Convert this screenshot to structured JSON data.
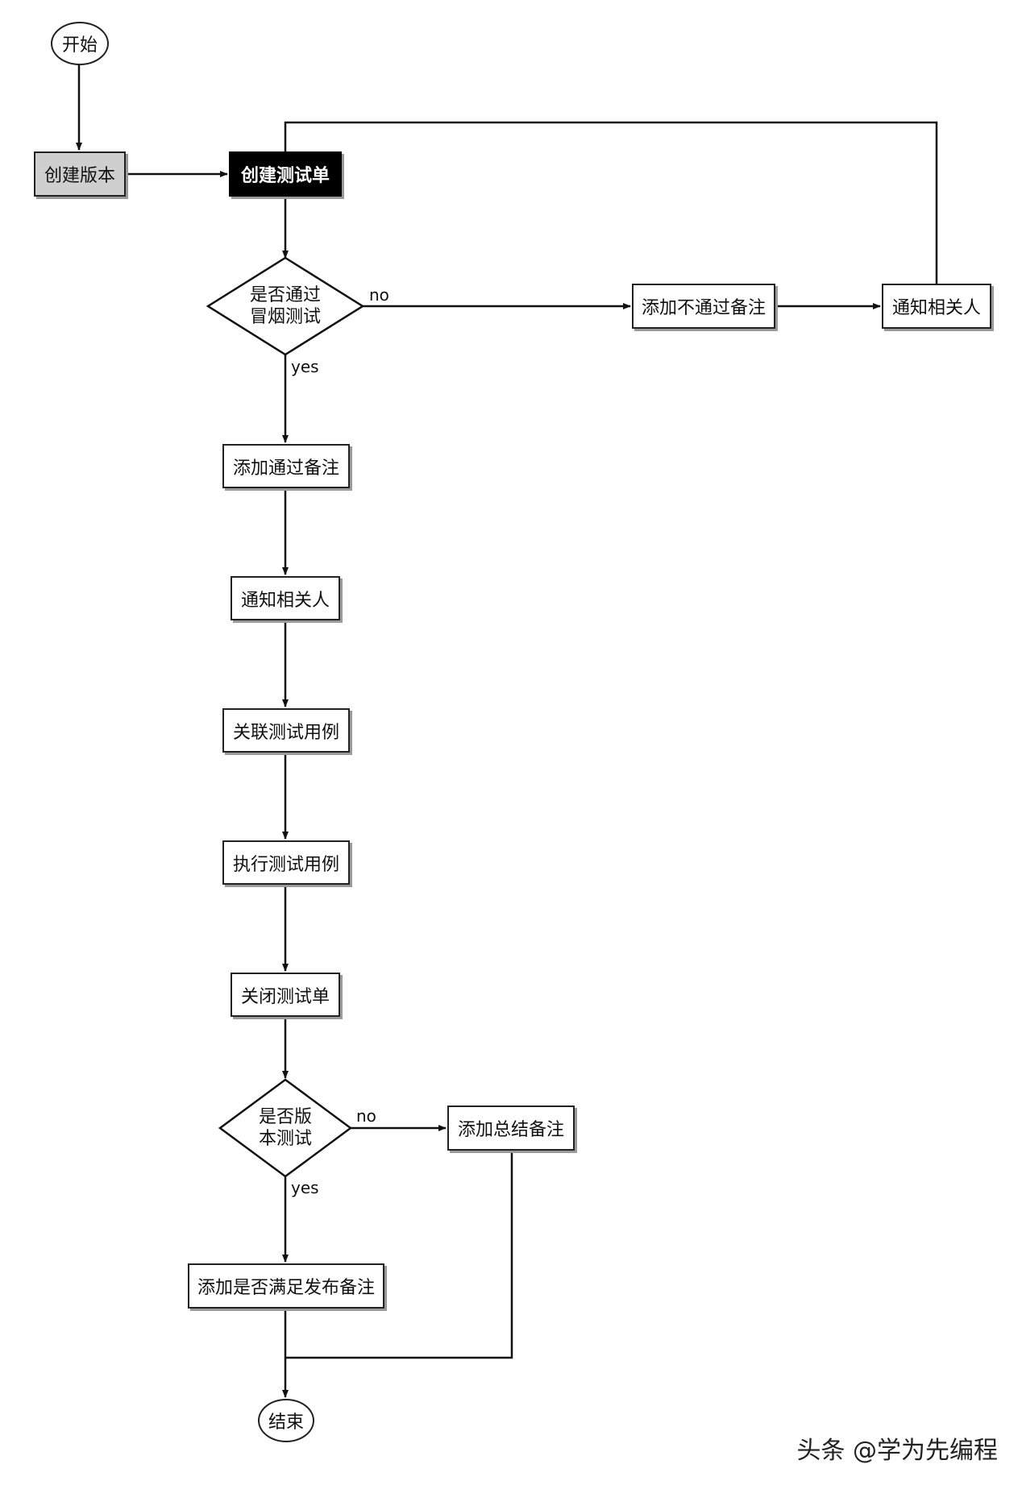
{
  "nodes": {
    "start": "开始",
    "create_version": "创建版本",
    "create_test_sheet": "创建测试单",
    "smoke_test_decision": "是否通过\n冒烟测试",
    "add_fail_note": "添加不通过备注",
    "notify_related_1": "通知相关人",
    "add_pass_note": "添加通过备注",
    "notify_related_2": "通知相关人",
    "link_test_cases": "关联测试用例",
    "execute_test_cases": "执行测试用例",
    "close_test_sheet": "关闭测试单",
    "version_test_decision": "是否版\n本测试",
    "add_summary_note": "添加总结备注",
    "add_release_note": "添加是否满足发布备注",
    "end": "结束"
  },
  "edge_labels": {
    "smoke_no": "no",
    "smoke_yes": "yes",
    "version_no": "no",
    "version_yes": "yes"
  },
  "watermark": "头条 @学为先编程"
}
